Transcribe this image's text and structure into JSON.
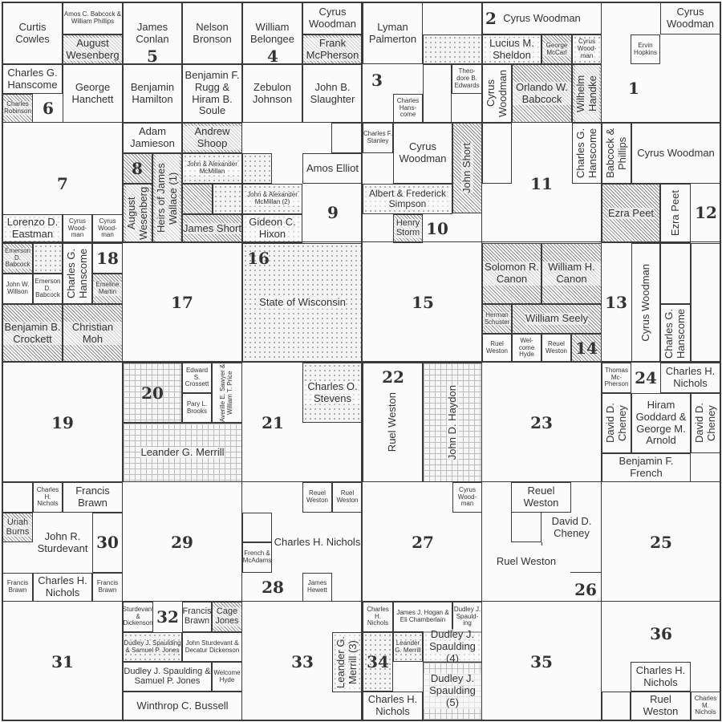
{
  "sections": [
    "6",
    "5",
    "4",
    "3",
    "2",
    "1",
    "7",
    "8",
    "9",
    "10",
    "11",
    "12",
    "18",
    "17",
    "16",
    "15",
    "14",
    "13",
    "19",
    "20",
    "21",
    "22",
    "23",
    "24",
    "30",
    "29",
    "28",
    "27",
    "26",
    "25",
    "31",
    "32",
    "33",
    "34",
    "35",
    "36"
  ],
  "parcels": [
    {
      "owner": "Curtis Cowles",
      "pattern": "none"
    },
    {
      "owner": "Amos C. Babcock & William Phillips",
      "pattern": "none"
    },
    {
      "owner": "August Wesenberg",
      "pattern": "hatch"
    },
    {
      "owner": "Charles G. Hanscome",
      "pattern": "none"
    },
    {
      "owner": "Charles Robinson",
      "pattern": "hatch"
    },
    {
      "owner": "George Hanchett",
      "pattern": "none"
    },
    {
      "owner": "James Conlan",
      "pattern": "none"
    },
    {
      "owner": "Nelson Bronson",
      "pattern": "none"
    },
    {
      "owner": "Benjamin Hamilton",
      "pattern": "none"
    },
    {
      "owner": "Benjamin F. Rugg & Hiram B. Soule",
      "pattern": "none"
    },
    {
      "owner": "William Belongee",
      "pattern": "none"
    },
    {
      "owner": "Cyrus Woodman",
      "pattern": "none"
    },
    {
      "owner": "Frank McPherson",
      "pattern": "hatch"
    },
    {
      "owner": "Zebulon Johnson",
      "pattern": "none"
    },
    {
      "owner": "John B. Slaughter",
      "pattern": "none"
    },
    {
      "owner": "Lyman Palmerton",
      "pattern": "none"
    },
    {
      "owner": "Theo-dore B. Edwards",
      "pattern": "none"
    },
    {
      "owner": "Charles Hans-come",
      "pattern": "none"
    },
    {
      "owner": "Cyrus Woodman",
      "pattern": "none"
    },
    {
      "owner": "Lucius M. Sheldon",
      "pattern": "dots"
    },
    {
      "owner": "George McCarl",
      "pattern": "hatch"
    },
    {
      "owner": "Cyrus Wood-man",
      "pattern": "dots"
    },
    {
      "owner": "Cyrus Woodman",
      "pattern": "none"
    },
    {
      "owner": "Orlando W. Babcock",
      "pattern": "hatch"
    },
    {
      "owner": "Wilhelm Handke",
      "pattern": "hatch"
    },
    {
      "owner": "Cyrus Woodman",
      "pattern": "none"
    },
    {
      "owner": "Ervin Hopkins",
      "pattern": "none"
    },
    {
      "owner": "Adam Jamieson",
      "pattern": "none"
    },
    {
      "owner": "Andrew Shoop",
      "pattern": "hatch"
    },
    {
      "owner": "August Wesenberg",
      "pattern": "hatch"
    },
    {
      "owner": "Heirs of James Wallace (1)",
      "pattern": "hatch"
    },
    {
      "owner": "John & Alexander McMillan",
      "pattern": "dots"
    },
    {
      "owner": "James Short",
      "pattern": "hatch"
    },
    {
      "owner": "John & Alexander McMillan (2)",
      "pattern": "dots"
    },
    {
      "owner": "Gideon C. Hixon",
      "pattern": "dots"
    },
    {
      "owner": "Amos Elliot",
      "pattern": "none"
    },
    {
      "owner": "Lorenzo D. Eastman",
      "pattern": "dots"
    },
    {
      "owner": "Cyrus Wood-man",
      "pattern": "none"
    },
    {
      "owner": "Cyrus Wood-man",
      "pattern": "none"
    },
    {
      "owner": "Charles F. Stanley",
      "pattern": "none"
    },
    {
      "owner": "Cyrus Woodman",
      "pattern": "none"
    },
    {
      "owner": "John Short",
      "pattern": "hatch"
    },
    {
      "owner": "Albert & Frederick Simpson",
      "pattern": "dots"
    },
    {
      "owner": "Henry Storm",
      "pattern": "hatch"
    },
    {
      "owner": "Charles G. Hanscome",
      "pattern": "none"
    },
    {
      "owner": "Babcock & Phillips",
      "pattern": "none"
    },
    {
      "owner": "Cyrus Woodman",
      "pattern": "none"
    },
    {
      "owner": "Ezra Peet",
      "pattern": "hatch"
    },
    {
      "owner": "Ezra Peet",
      "pattern": "none"
    },
    {
      "owner": "Emerson D. Babcock",
      "pattern": "hatch"
    },
    {
      "owner": "John W. Willson",
      "pattern": "none"
    },
    {
      "owner": "Emerson D. Babcock",
      "pattern": "none"
    },
    {
      "owner": "Charles G. Hanscome",
      "pattern": "none"
    },
    {
      "owner": "Emeline Martin",
      "pattern": "hatch"
    },
    {
      "owner": "Benjamin B. Crockett",
      "pattern": "hatch"
    },
    {
      "owner": "Christian Moh",
      "pattern": "hatch"
    },
    {
      "owner": "State of Wisconsin",
      "pattern": "dots"
    },
    {
      "owner": "Solomon R. Canon",
      "pattern": "hatch"
    },
    {
      "owner": "William H. Canon",
      "pattern": "hatch"
    },
    {
      "owner": "Herman Schuster",
      "pattern": "hatch"
    },
    {
      "owner": "William Seely",
      "pattern": "hatch"
    },
    {
      "owner": "Ruel Weston",
      "pattern": "none"
    },
    {
      "owner": "Wel-come Hyde",
      "pattern": "none"
    },
    {
      "owner": "Reuel Weston",
      "pattern": "none"
    },
    {
      "owner": "Cyrus Woodman",
      "pattern": "none"
    },
    {
      "owner": "Charles G. Hanscome",
      "pattern": "none"
    },
    {
      "owner": "Edward S. Crossett",
      "pattern": "none"
    },
    {
      "owner": "Pary L. Brooks",
      "pattern": "none"
    },
    {
      "owner": "Averille E. Sawyer & William T. Price",
      "pattern": "none"
    },
    {
      "owner": "Leander G. Merrill",
      "pattern": "grid"
    },
    {
      "owner": "Charles O. Stevens",
      "pattern": "dots"
    },
    {
      "owner": "Ruel Weston",
      "pattern": "none"
    },
    {
      "owner": "John D. Haydon",
      "pattern": "grid"
    },
    {
      "owner": "Thomas Mc-Pherson",
      "pattern": "none"
    },
    {
      "owner": "Charles H. Nichols",
      "pattern": "none"
    },
    {
      "owner": "David D. Cheney",
      "pattern": "none"
    },
    {
      "owner": "Hiram Goddard & George M. Arnold",
      "pattern": "none"
    },
    {
      "owner": "David D. Cheney",
      "pattern": "none"
    },
    {
      "owner": "Benjamin F. French",
      "pattern": "none"
    },
    {
      "owner": "Charles H. Nichols",
      "pattern": "none"
    },
    {
      "owner": "Francis Brawn",
      "pattern": "none"
    },
    {
      "owner": "Uriah Burns",
      "pattern": "hatch"
    },
    {
      "owner": "John R. Sturdevant",
      "pattern": "none"
    },
    {
      "owner": "Francis Brawn",
      "pattern": "none"
    },
    {
      "owner": "Charles H. Nichols",
      "pattern": "none"
    },
    {
      "owner": "Francis Brawn",
      "pattern": "none"
    },
    {
      "owner": "Reuel Weston",
      "pattern": "none"
    },
    {
      "owner": "Ruel Weston",
      "pattern": "none"
    },
    {
      "owner": "Charles H. Nichols",
      "pattern": "none"
    },
    {
      "owner": "French & McAdams",
      "pattern": "none"
    },
    {
      "owner": "James Hewett",
      "pattern": "none"
    },
    {
      "owner": "Cyrus Wood-man",
      "pattern": "none"
    },
    {
      "owner": "Reuel Weston",
      "pattern": "none"
    },
    {
      "owner": "David D. Cheney",
      "pattern": "none"
    },
    {
      "owner": "Ruel Weston",
      "pattern": "none"
    },
    {
      "owner": "Sturdevant & Dickenson",
      "pattern": "none"
    },
    {
      "owner": "Francis Brawn",
      "pattern": "none"
    },
    {
      "owner": "Cage Jones",
      "pattern": "hatch"
    },
    {
      "owner": "Dudley J. Spaulding & Samuel P. Jones",
      "pattern": "dots"
    },
    {
      "owner": "John Sturdevant & Decatur Dickenson",
      "pattern": "none"
    },
    {
      "owner": "Dudley J. Spaulding & Samuel P. Jones",
      "pattern": "none"
    },
    {
      "owner": "Welcome Hyde",
      "pattern": "none"
    },
    {
      "owner": "Winthrop C. Bussell",
      "pattern": "none"
    },
    {
      "owner": "Leander G. Merrill (3)",
      "pattern": "dots"
    },
    {
      "owner": "Charles H. Nichols",
      "pattern": "none"
    },
    {
      "owner": "James J. Hogan & Eli Chamberlain",
      "pattern": "none"
    },
    {
      "owner": "Dudley J. Spauld-ing",
      "pattern": "none"
    },
    {
      "owner": "Leander G. Merrill",
      "pattern": "dots"
    },
    {
      "owner": "Dudley J. Spaulding (4)",
      "pattern": "dots"
    },
    {
      "owner": "Dudley J. Spaulding (5)",
      "pattern": "grid"
    },
    {
      "owner": "Charles H. Nichols",
      "pattern": "none"
    },
    {
      "owner": "Charles H. Nichols",
      "pattern": "none"
    },
    {
      "owner": "Ruel Weston",
      "pattern": "none"
    },
    {
      "owner": "Charles M. Nichols",
      "pattern": "none"
    }
  ]
}
